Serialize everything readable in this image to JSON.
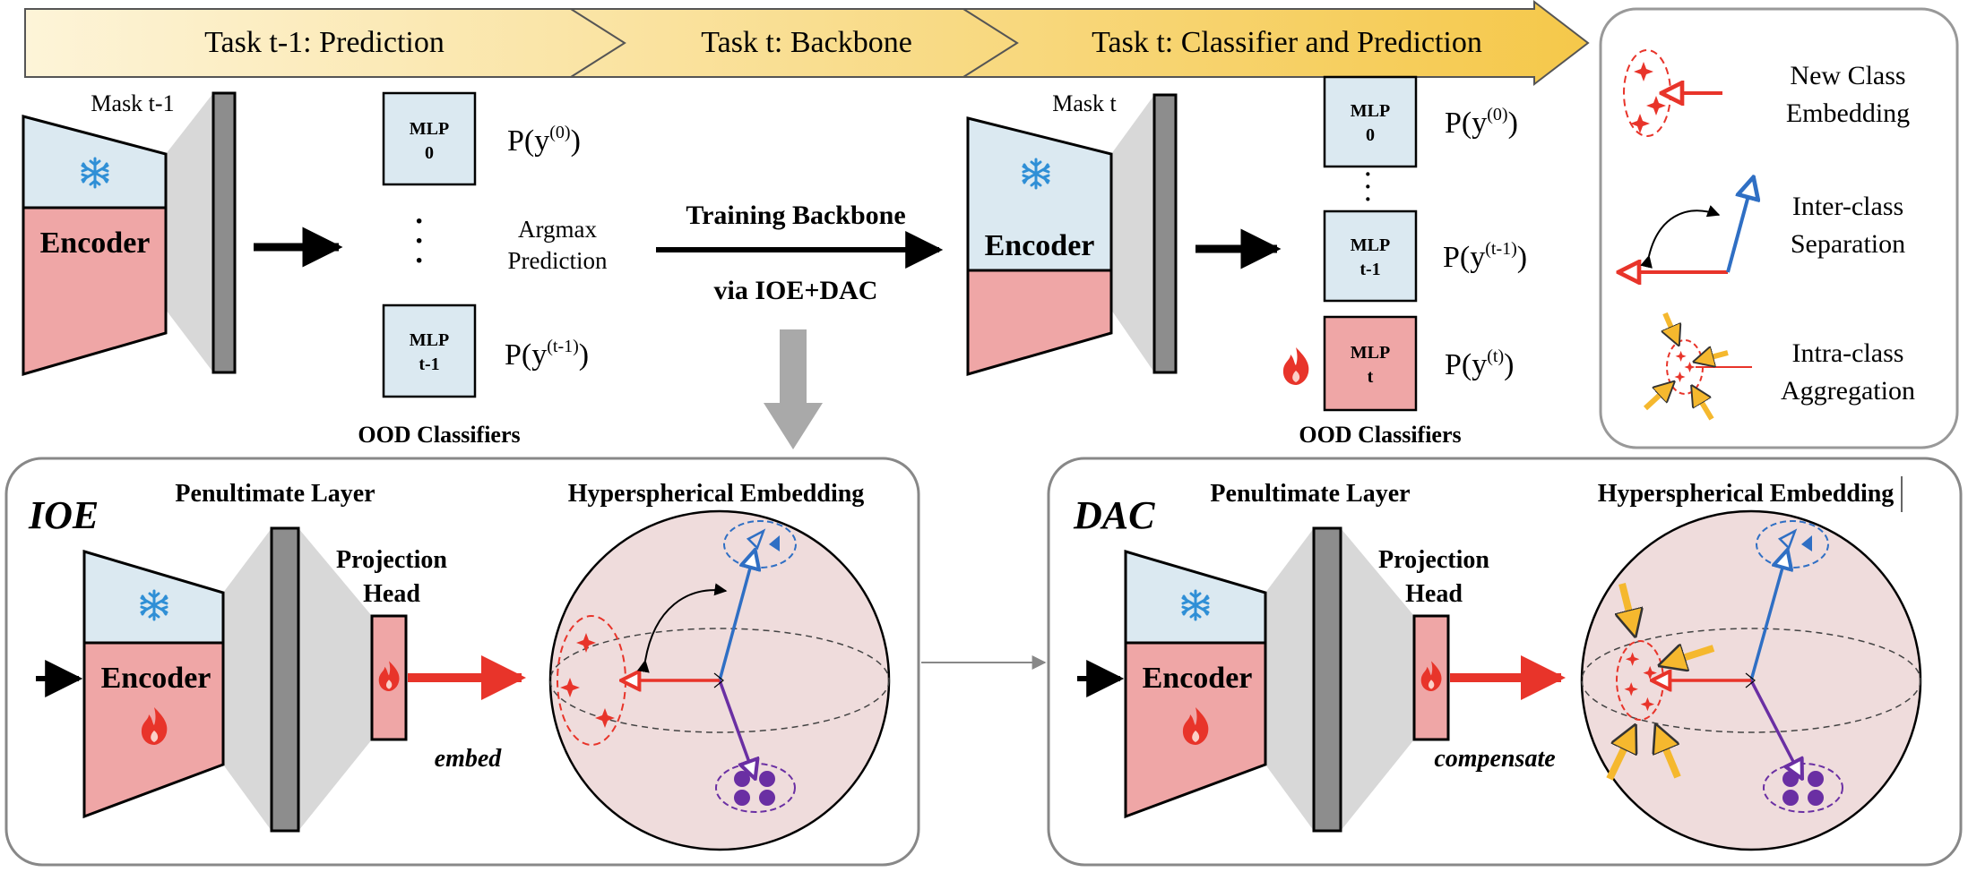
{
  "stages": {
    "prev_prediction": "Task t-1: Prediction",
    "backbone": "Task t: Backbone",
    "classifier": "Task t: Classifier and Prediction"
  },
  "colors": {
    "encoder_frozen": "#dbe9f1",
    "encoder_train": "#efa6a6",
    "mlp_frozen": "#dbe9f1",
    "mlp_train": "#efa6a6",
    "red_arrow": "#e8342a",
    "blue_axis": "#2f6fc4",
    "purple_axis": "#6a2fa3",
    "yellow_arrow": "#f5b82e",
    "sphere_fill": "#efdcdc"
  },
  "top_left": {
    "mask_label": "Mask t-1",
    "encoder_label": "Encoder",
    "mlp_first": [
      "MLP",
      "0"
    ],
    "mlp_last": [
      "MLP",
      "t-1"
    ],
    "dots": "·\n·\n·",
    "argmax": [
      "Argmax",
      "Prediction"
    ],
    "p0": "P(y",
    "p0_sup": "(0)",
    "plast": "P(y",
    "plast_sup": "(t-1)",
    "close": ")",
    "ood": "OOD Classifiers"
  },
  "middle": {
    "line1": "Training Backbone",
    "line2": "via IOE+DAC"
  },
  "top_right": {
    "mask_label": "Mask t",
    "encoder_label": "Encoder",
    "mlp_first": [
      "MLP",
      "0"
    ],
    "mlp_prev": [
      "MLP",
      "t-1"
    ],
    "mlp_new": [
      "MLP",
      "t"
    ],
    "p0_sup": "(0)",
    "pprev_sup": "(t-1)",
    "pnew_sup": "(t)",
    "ood": "OOD Classifiers"
  },
  "legend": {
    "new_class": [
      "New Class",
      "Embedding"
    ],
    "inter": [
      "Inter-class",
      "Separation"
    ],
    "intra": [
      "Intra-class",
      "Aggregation"
    ]
  },
  "ioe": {
    "title": "IOE",
    "penultimate": "Penultimate Layer",
    "projection": [
      "Projection",
      "Head"
    ],
    "encoder_label": "Encoder",
    "arrow_label": "embed",
    "hyper": "Hyperspherical Embedding"
  },
  "dac": {
    "title": "DAC",
    "penultimate": "Penultimate Layer",
    "projection": [
      "Projection",
      "Head"
    ],
    "encoder_label": "Encoder",
    "arrow_label": "compensate",
    "hyper": "Hyperspherical Embedding"
  }
}
